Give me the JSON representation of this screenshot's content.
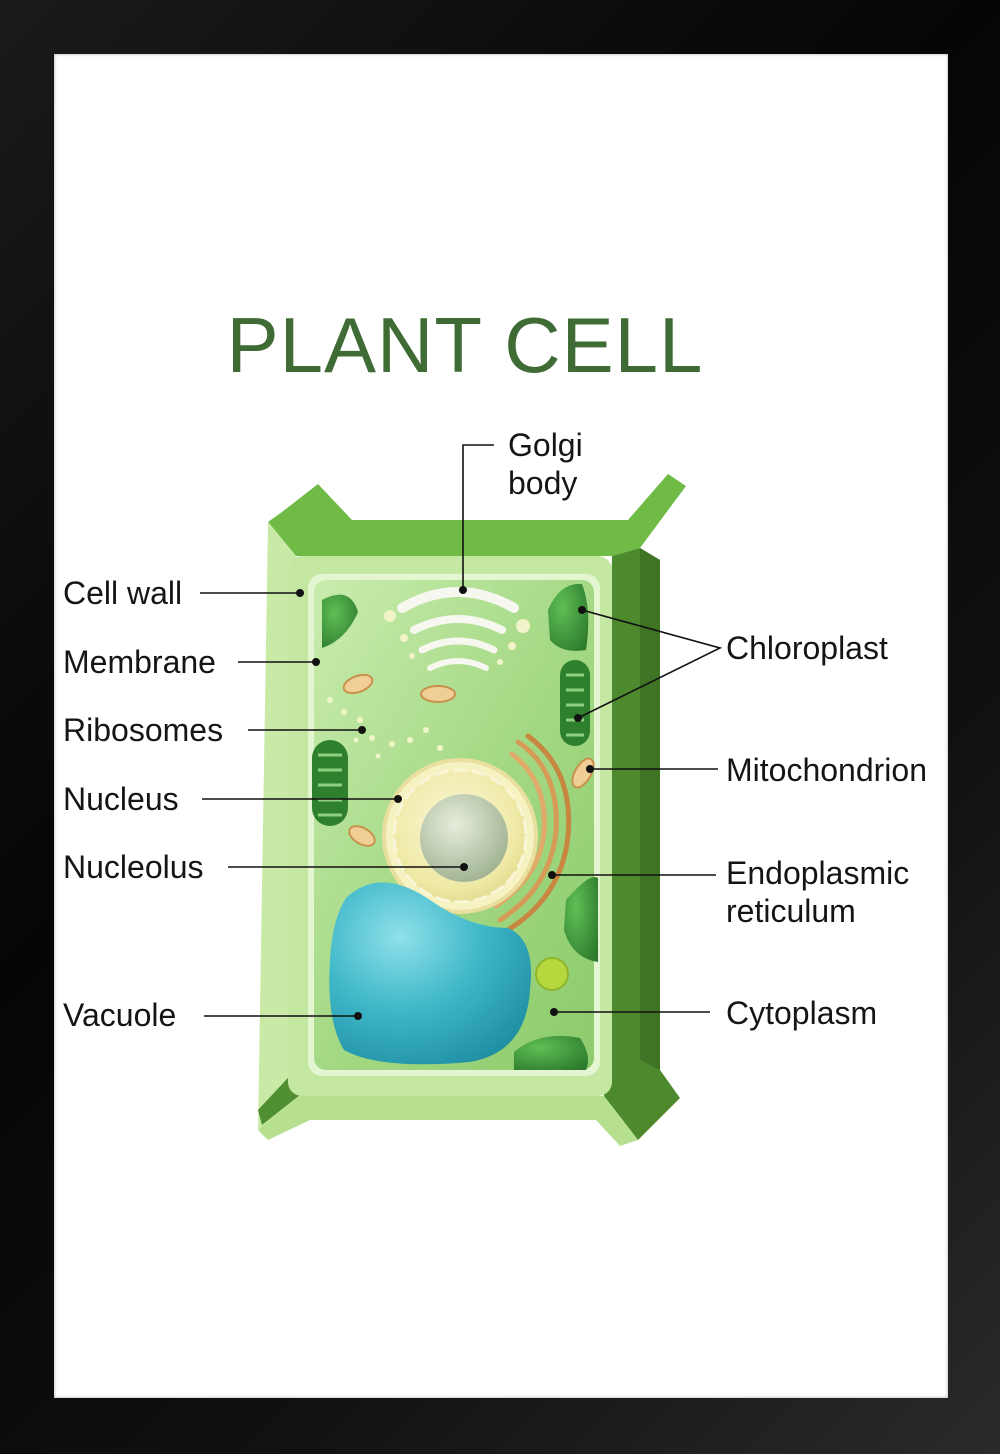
{
  "title": "PLANT CELL",
  "labels": {
    "golgi_line1": "Golgi",
    "golgi_line2": "body",
    "cell_wall": "Cell wall",
    "membrane": "Membrane",
    "ribosomes": "Ribosomes",
    "nucleus": "Nucleus",
    "nucleolus": "Nucleolus",
    "vacuole": "Vacuole",
    "chloroplast": "Chloroplast",
    "mitochondrion": "Mitochondrion",
    "er_line1": "Endoplasmic",
    "er_line2": "reticulum",
    "cytoplasm": "Cytoplasm"
  },
  "colors": {
    "title": "#3f6b35",
    "wall_light": "#bfe59a",
    "wall_dark": "#4d8a2e",
    "cytoplasm": "#9fd67a",
    "chloroplast": "#3f9a3a",
    "vacuole": "#38b2c4",
    "nucleus": "#f3efb4"
  }
}
